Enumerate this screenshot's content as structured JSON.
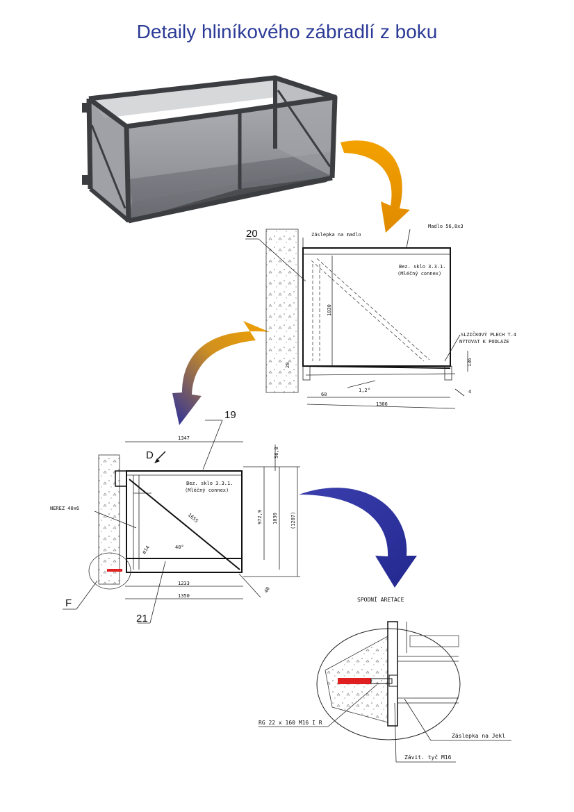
{
  "title": "Detaily hliníkového zábradlí z boku",
  "colors": {
    "title": "#2b3a96",
    "arrow_orange": "#f2a100",
    "arrow_blue": "#2a2f9e",
    "anchor_red": "#e02020"
  },
  "drawing1": {
    "callout_number": "20",
    "cap_label": "Záslepka na madlo",
    "handrail_label": "Madlo 56,8x3",
    "glass_label_1": "Bez. sklo 3.3.1.",
    "glass_label_2": "(Mléčný connex)",
    "sheet_label_1": "SLZIČKOVÝ PLECH T.4",
    "sheet_label_2": "NÝTOVAT K PODLAZE",
    "dim_height": "1030",
    "dim_20": "20",
    "dim_angle": "1,2°",
    "dim_60": "60",
    "dim_width": "1306",
    "dim_right": "136",
    "dim_small": "4"
  },
  "drawing2": {
    "callout_19": "19",
    "callout_21": "21",
    "view_D": "D",
    "detail_F": "F",
    "dim_top": "1347",
    "dim_568": "56,8",
    "glass_label_1": "Bez. sklo 3.3.1.",
    "glass_label_2": "(Mléčný connex)",
    "steel_label": "NEREZ 40x6",
    "dim_diag": "1655",
    "dim_9729": "972,9",
    "dim_1030": "1030",
    "dim_1207": "(1207)",
    "dim_phi": "ø14",
    "dim_40deg": "40°",
    "dim_40": "40",
    "dim_1233": "1233",
    "dim_1350": "1350"
  },
  "detail": {
    "title": "SPODNÍ ARETACE",
    "anchor_label": "RG 22 x 160 M16 I R",
    "cap_label": "Záslepka na Jekl",
    "rod_label": "Závit. tyč M16"
  }
}
